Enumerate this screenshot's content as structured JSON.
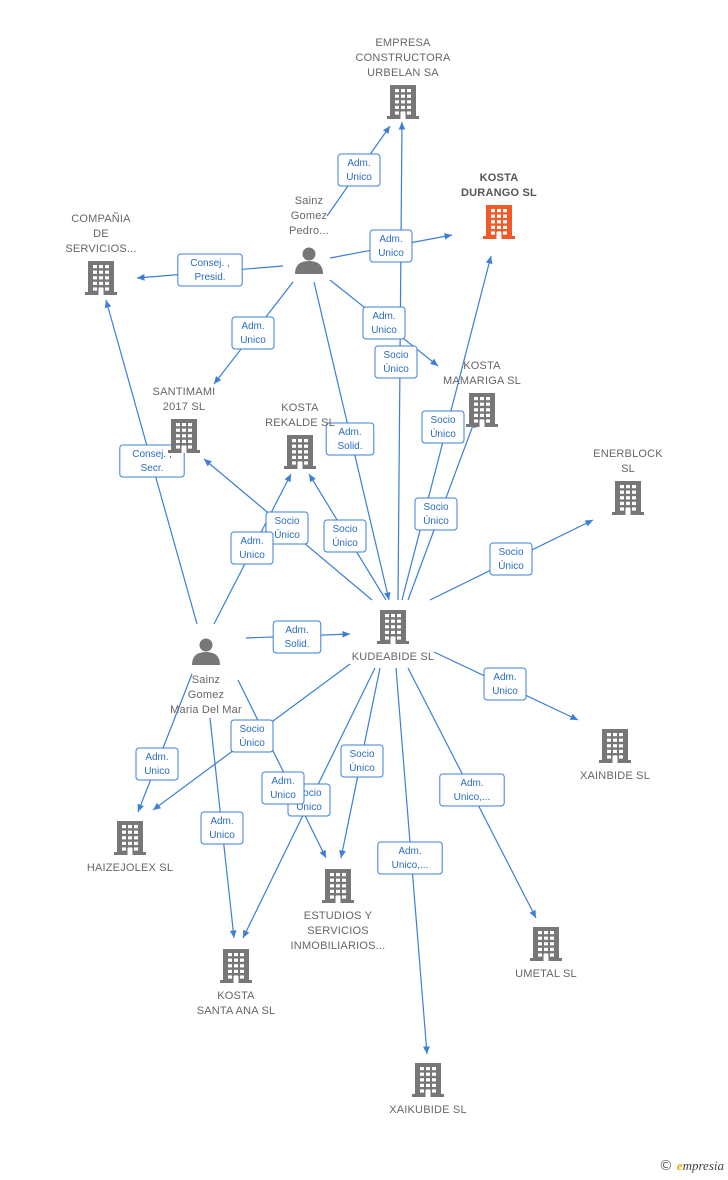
{
  "colors": {
    "edge": "#3b7fd6",
    "building": "#777777",
    "focus_building": "#f05a28",
    "person": "#777777",
    "label": "#666666"
  },
  "nodes": [
    {
      "id": "urbelan",
      "type": "company",
      "label": [
        "EMPRESA",
        "CONSTRUCTORA",
        "URBELAN SA"
      ]
    },
    {
      "id": "durango",
      "type": "company",
      "focus": true,
      "label": [
        "KOSTA",
        "DURANGO  SL"
      ]
    },
    {
      "id": "compania",
      "type": "company",
      "label": [
        "COMPAÑIA",
        "DE",
        "SERVICIOS..."
      ]
    },
    {
      "id": "pedro",
      "type": "person",
      "label": [
        "Sainz",
        "Gomez",
        "Pedro..."
      ]
    },
    {
      "id": "mariga",
      "type": "company",
      "label": [
        "KOSTA",
        "MAMARIGA  SL"
      ]
    },
    {
      "id": "santimami",
      "type": "company",
      "label": [
        "SANTIMAMI",
        "2017  SL"
      ]
    },
    {
      "id": "rekalde",
      "type": "company",
      "label": [
        "KOSTA",
        "REKALDE  SL"
      ]
    },
    {
      "id": "enerblock",
      "type": "company",
      "label": [
        "ENERBLOCK",
        "SL"
      ]
    },
    {
      "id": "kudeabide",
      "type": "company",
      "label": [
        "KUDEABIDE SL"
      ]
    },
    {
      "id": "mariadelmar",
      "type": "person",
      "label": [
        "Sainz",
        "Gomez",
        "Maria Del Mar"
      ]
    },
    {
      "id": "xainbide",
      "type": "company",
      "label": [
        "XAINBIDE SL"
      ]
    },
    {
      "id": "haizejolex",
      "type": "company",
      "label": [
        "HAIZEJOLEX SL"
      ]
    },
    {
      "id": "estudios",
      "type": "company",
      "label": [
        "ESTUDIOS Y",
        "SERVICIOS",
        "INMOBILIARIOS..."
      ]
    },
    {
      "id": "umetal",
      "type": "company",
      "label": [
        "UMETAL  SL"
      ]
    },
    {
      "id": "santaana",
      "type": "company",
      "label": [
        "KOSTA",
        "SANTA ANA SL"
      ]
    },
    {
      "id": "xaikubide",
      "type": "company",
      "label": [
        "XAIKUBIDE SL"
      ]
    }
  ],
  "edges": [
    {
      "from": "pedro",
      "to": "urbelan",
      "label": [
        "Adm.",
        "Unico"
      ]
    },
    {
      "from": "pedro",
      "to": "durango",
      "label": [
        "Adm.",
        "Unico"
      ]
    },
    {
      "from": "pedro",
      "to": "compania",
      "label": [
        "Consej. ,",
        "Presid."
      ]
    },
    {
      "from": "pedro",
      "to": "santimami",
      "label": [
        "Adm.",
        "Unico"
      ]
    },
    {
      "from": "pedro",
      "to": "mariga",
      "label": [
        "Adm.",
        "Unico"
      ]
    },
    {
      "from": "pedro",
      "to": "kudeabide",
      "label": [
        "Adm.",
        "Solid."
      ]
    },
    {
      "from": "kudeabide",
      "to": "urbelan",
      "label": [
        "Socio",
        "Único"
      ]
    },
    {
      "from": "kudeabide",
      "to": "durango",
      "label": [
        "Socio",
        "Único"
      ]
    },
    {
      "from": "kudeabide",
      "to": "mariga",
      "label": [
        "Socio",
        "Único"
      ]
    },
    {
      "from": "kudeabide",
      "to": "enerblock",
      "label": [
        "Socio",
        "Único"
      ]
    },
    {
      "from": "kudeabide",
      "to": "rekalde",
      "label": [
        "Socio",
        "Único"
      ]
    },
    {
      "from": "kudeabide",
      "to": "santimami",
      "label": [
        "Socio",
        "Único"
      ]
    },
    {
      "from": "kudeabide",
      "to": "xainbide",
      "label": [
        "Adm.",
        "Unico"
      ]
    },
    {
      "from": "kudeabide",
      "to": "haizejolex",
      "label": [
        "Socio",
        "Único"
      ]
    },
    {
      "from": "kudeabide",
      "to": "estudios",
      "label": [
        "Socio",
        "Único"
      ]
    },
    {
      "from": "kudeabide",
      "to": "santaana",
      "label": [
        "Socio",
        "Único"
      ]
    },
    {
      "from": "kudeabide",
      "to": "umetal",
      "label": [
        "Adm.",
        "Unico,..."
      ]
    },
    {
      "from": "kudeabide",
      "to": "xaikubide",
      "label": [
        "Adm.",
        "Unico,..."
      ]
    },
    {
      "from": "mariadelmar",
      "to": "compania",
      "label": [
        "Consej. ,",
        "Secr."
      ]
    },
    {
      "from": "mariadelmar",
      "to": "rekalde",
      "label": [
        "Adm.",
        "Unico"
      ]
    },
    {
      "from": "mariadelmar",
      "to": "kudeabide",
      "label": [
        "Adm.",
        "Solid."
      ]
    },
    {
      "from": "mariadelmar",
      "to": "haizejolex",
      "label": [
        "Adm.",
        "Unico"
      ]
    },
    {
      "from": "mariadelmar",
      "to": "santaana",
      "label": [
        "Adm.",
        "Unico"
      ]
    },
    {
      "from": "mariadelmar",
      "to": "estudios",
      "label": [
        "Adm.",
        "Unico"
      ]
    }
  ],
  "footer": {
    "copyright_symbol": "©",
    "brand_initial": "e",
    "brand_rest": "mpresia"
  }
}
